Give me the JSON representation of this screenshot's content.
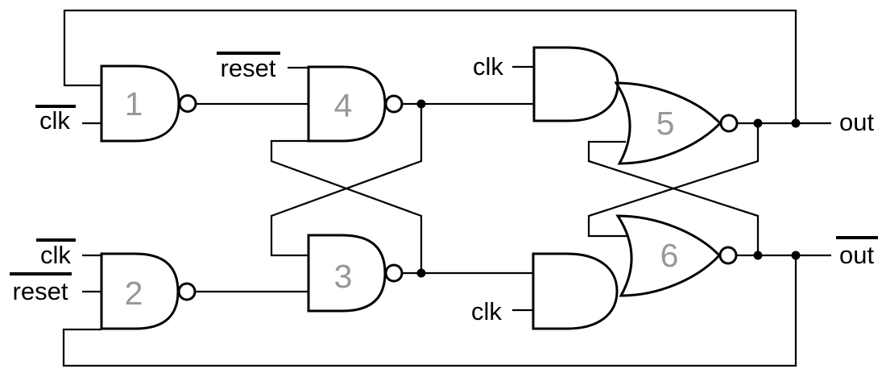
{
  "colors": {
    "line": "#000000",
    "gate_number": "#989898",
    "background": "#ffffff"
  },
  "gates": {
    "g1": {
      "label": "1",
      "type": "2-input NAND"
    },
    "g2": {
      "label": "2",
      "type": "3-input NAND"
    },
    "g3": {
      "label": "3",
      "type": "2-input NAND"
    },
    "g4": {
      "label": "4",
      "type": "3-input NAND"
    },
    "g5": {
      "label": "5",
      "type": "AND-NOR compound"
    },
    "g6": {
      "label": "6",
      "type": "AND-NOR compound"
    }
  },
  "labels": {
    "clkbar_g1": {
      "text": "clk",
      "overline": true
    },
    "clkbar_g2": {
      "text": "clk",
      "overline": true
    },
    "resetbar_g2": {
      "text": "reset",
      "overline": true
    },
    "resetbar_g4": {
      "text": "reset",
      "overline": true
    },
    "clk_g5": {
      "text": "clk",
      "overline": false
    },
    "clk_g6": {
      "text": "clk",
      "overline": false
    },
    "out": {
      "text": "out",
      "overline": false
    },
    "outbar": {
      "text": "out",
      "overline": true
    }
  }
}
